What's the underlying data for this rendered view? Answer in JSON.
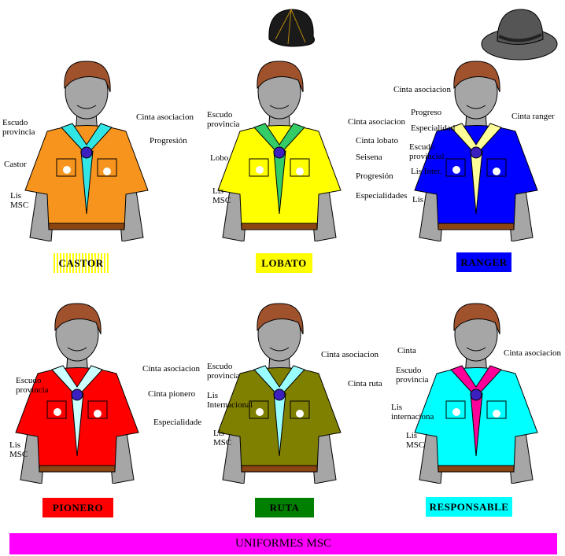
{
  "banner": "UNIFORMES MSC",
  "hats": [
    {
      "name": "cap",
      "color": "#1a1a1a"
    },
    {
      "name": "brimmed-hat",
      "color": "#555555"
    }
  ],
  "uniforms": [
    {
      "name": "CASTOR",
      "shirt": "#f7941d",
      "scarf": "#33e6e6",
      "badge_bg": "#ffff00",
      "labels": [
        "Escudo\nprovincia",
        "Castor",
        "Lis\nMSC",
        "Cinta asociacion",
        "Progresión"
      ]
    },
    {
      "name": "LOBATO",
      "shirt": "#ffff00",
      "scarf": "#33cc66",
      "badge_bg": "#ffff00",
      "labels": [
        "Escudo\nprovincia",
        "Lobo",
        "Lis\nMSC",
        "Cinta asociacion",
        "Cinta lobato",
        "Seisena",
        "Progresión",
        "Especialidades"
      ]
    },
    {
      "name": "RANGER",
      "shirt": "#0000ff",
      "scarf": "#ffff99",
      "badge_bg": "#0000ff",
      "labels": [
        "Cinta asociacion",
        "Progreso",
        "Especialidad",
        "Escudo\nprovincial",
        "Lis Inter.",
        "Lis",
        "Cinta ranger"
      ]
    },
    {
      "name": "PIONERO",
      "shirt": "#ff0000",
      "scarf": "#ccffff",
      "badge_bg": "#ff0000",
      "labels": [
        "Escudo\nprovincia",
        "Lis\nMSC",
        "Cinta asociacion",
        "Cinta pionero",
        "Especialidade"
      ]
    },
    {
      "name": "RUTA",
      "shirt": "#808000",
      "scarf": "#99ffff",
      "badge_bg": "#008000",
      "labels": [
        "Escudo\nprovincia",
        "Lis\nInternacional",
        "Lis\nMSC",
        "Cinta asociacion",
        "Cinta ruta"
      ]
    },
    {
      "name": "RESPONSABLE",
      "shirt": "#00ffff",
      "scarf": "#ff0099",
      "badge_bg": "#00ffff",
      "labels": [
        "Cinta",
        "Escudo\nprovincia",
        "Lis\ninternaciona",
        "Lis\nMSC",
        "Cinta asociacion"
      ]
    }
  ]
}
